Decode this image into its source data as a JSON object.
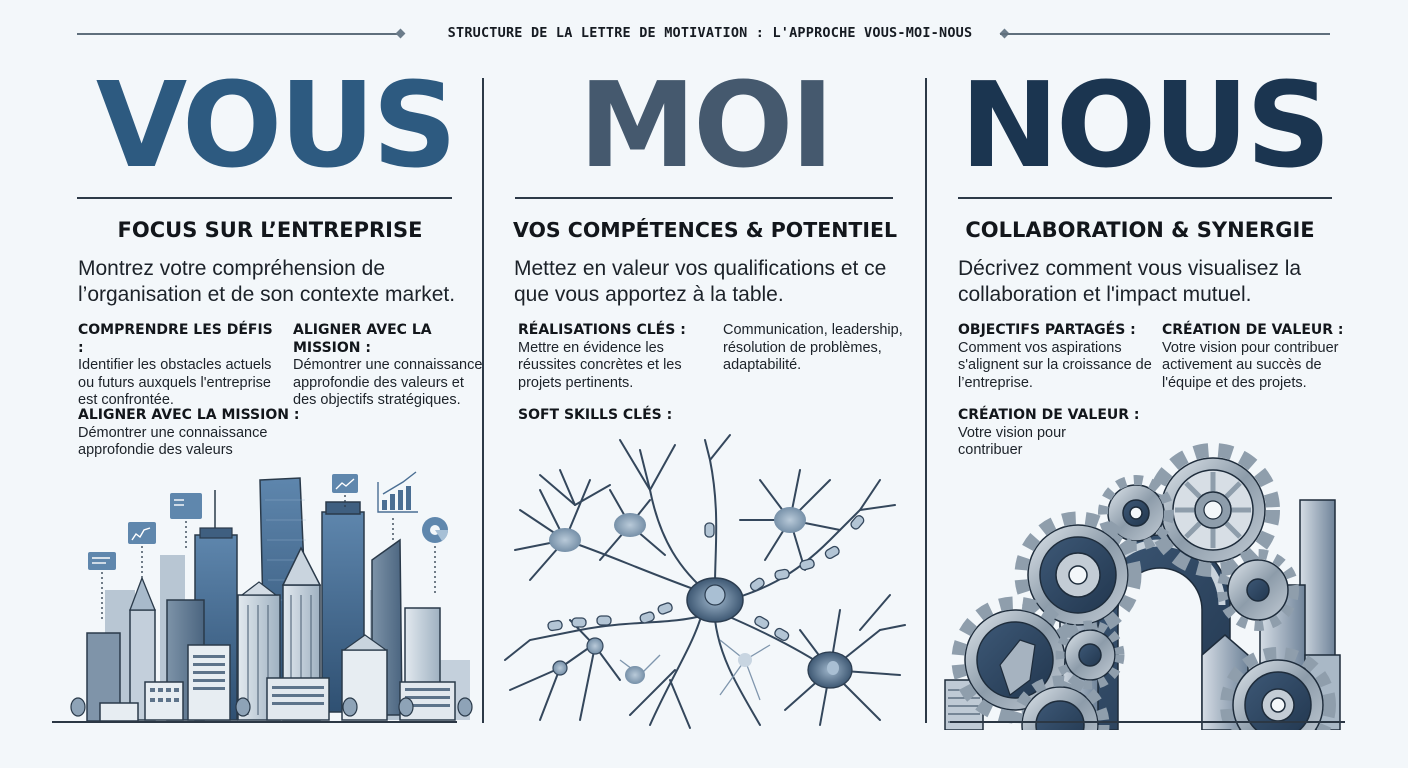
{
  "header": {
    "title": "STRUCTURE DE LA LETTRE DE MOTIVATION : L'APPROCHE VOUS-MOI-NOUS"
  },
  "columns": [
    {
      "keyword": "VOUS",
      "color": "#2d5a80",
      "subtitle": "FOCUS SUR L’ENTREPRISE",
      "lead": "Montrez votre compréhension de l’organisation et de son contexte market.",
      "blocks": [
        {
          "heading": "COMPRENDRE LES DÉFIS :",
          "text": "Identifier les obstacles actuels ou futurs auxquels l'entreprise est confrontée."
        },
        {
          "heading": "ALIGNER AVEC LA MISSION :",
          "text": "Démontrer une connaissance approfondie des valeurs et des objectifs stratégiques."
        },
        {
          "heading": "ALIGNER AVEC LA MISSION :",
          "text": "Démontrer une connaissance approfondie des valeurs"
        }
      ],
      "illustration": "city-skyline-illustration"
    },
    {
      "keyword": "MOI",
      "color": "#45596e",
      "subtitle": "VOS COMPÉTENCES & POTENTIEL",
      "lead": "Mettez en valeur vos qualifications et ce que vous apportez à la table.",
      "blocks": [
        {
          "heading": "RÉALISATIONS CLÉS :",
          "text": "Mettre en évidence les réussites concrètes et les projets pertinents."
        },
        {
          "heading": "",
          "text": "Communication, leadership, résolution de problèmes, adaptabilité."
        },
        {
          "heading": "SOFT SKILLS CLÉS :",
          "text": ""
        }
      ],
      "illustration": "neuron-network-illustration"
    },
    {
      "keyword": "NOUS",
      "color": "#1b3550",
      "subtitle": "COLLABORATION & SYNERGIE",
      "lead": "Décrivez comment vous visualisez la collaboration et l'impact mutuel.",
      "blocks": [
        {
          "heading": "OBJECTIFS PARTAGÉS :",
          "text": "Comment vos aspirations s'alignent sur la croissance de l’entreprise."
        },
        {
          "heading": "CRÉATION DE VALEUR :",
          "text": "Votre vision pour contribuer activement au succès de l'équipe et des projets."
        },
        {
          "heading": "CRÉATION DE VALEUR :",
          "text": "Votre vision pour contribuer"
        }
      ],
      "illustration": "gears-arch-illustration"
    }
  ]
}
